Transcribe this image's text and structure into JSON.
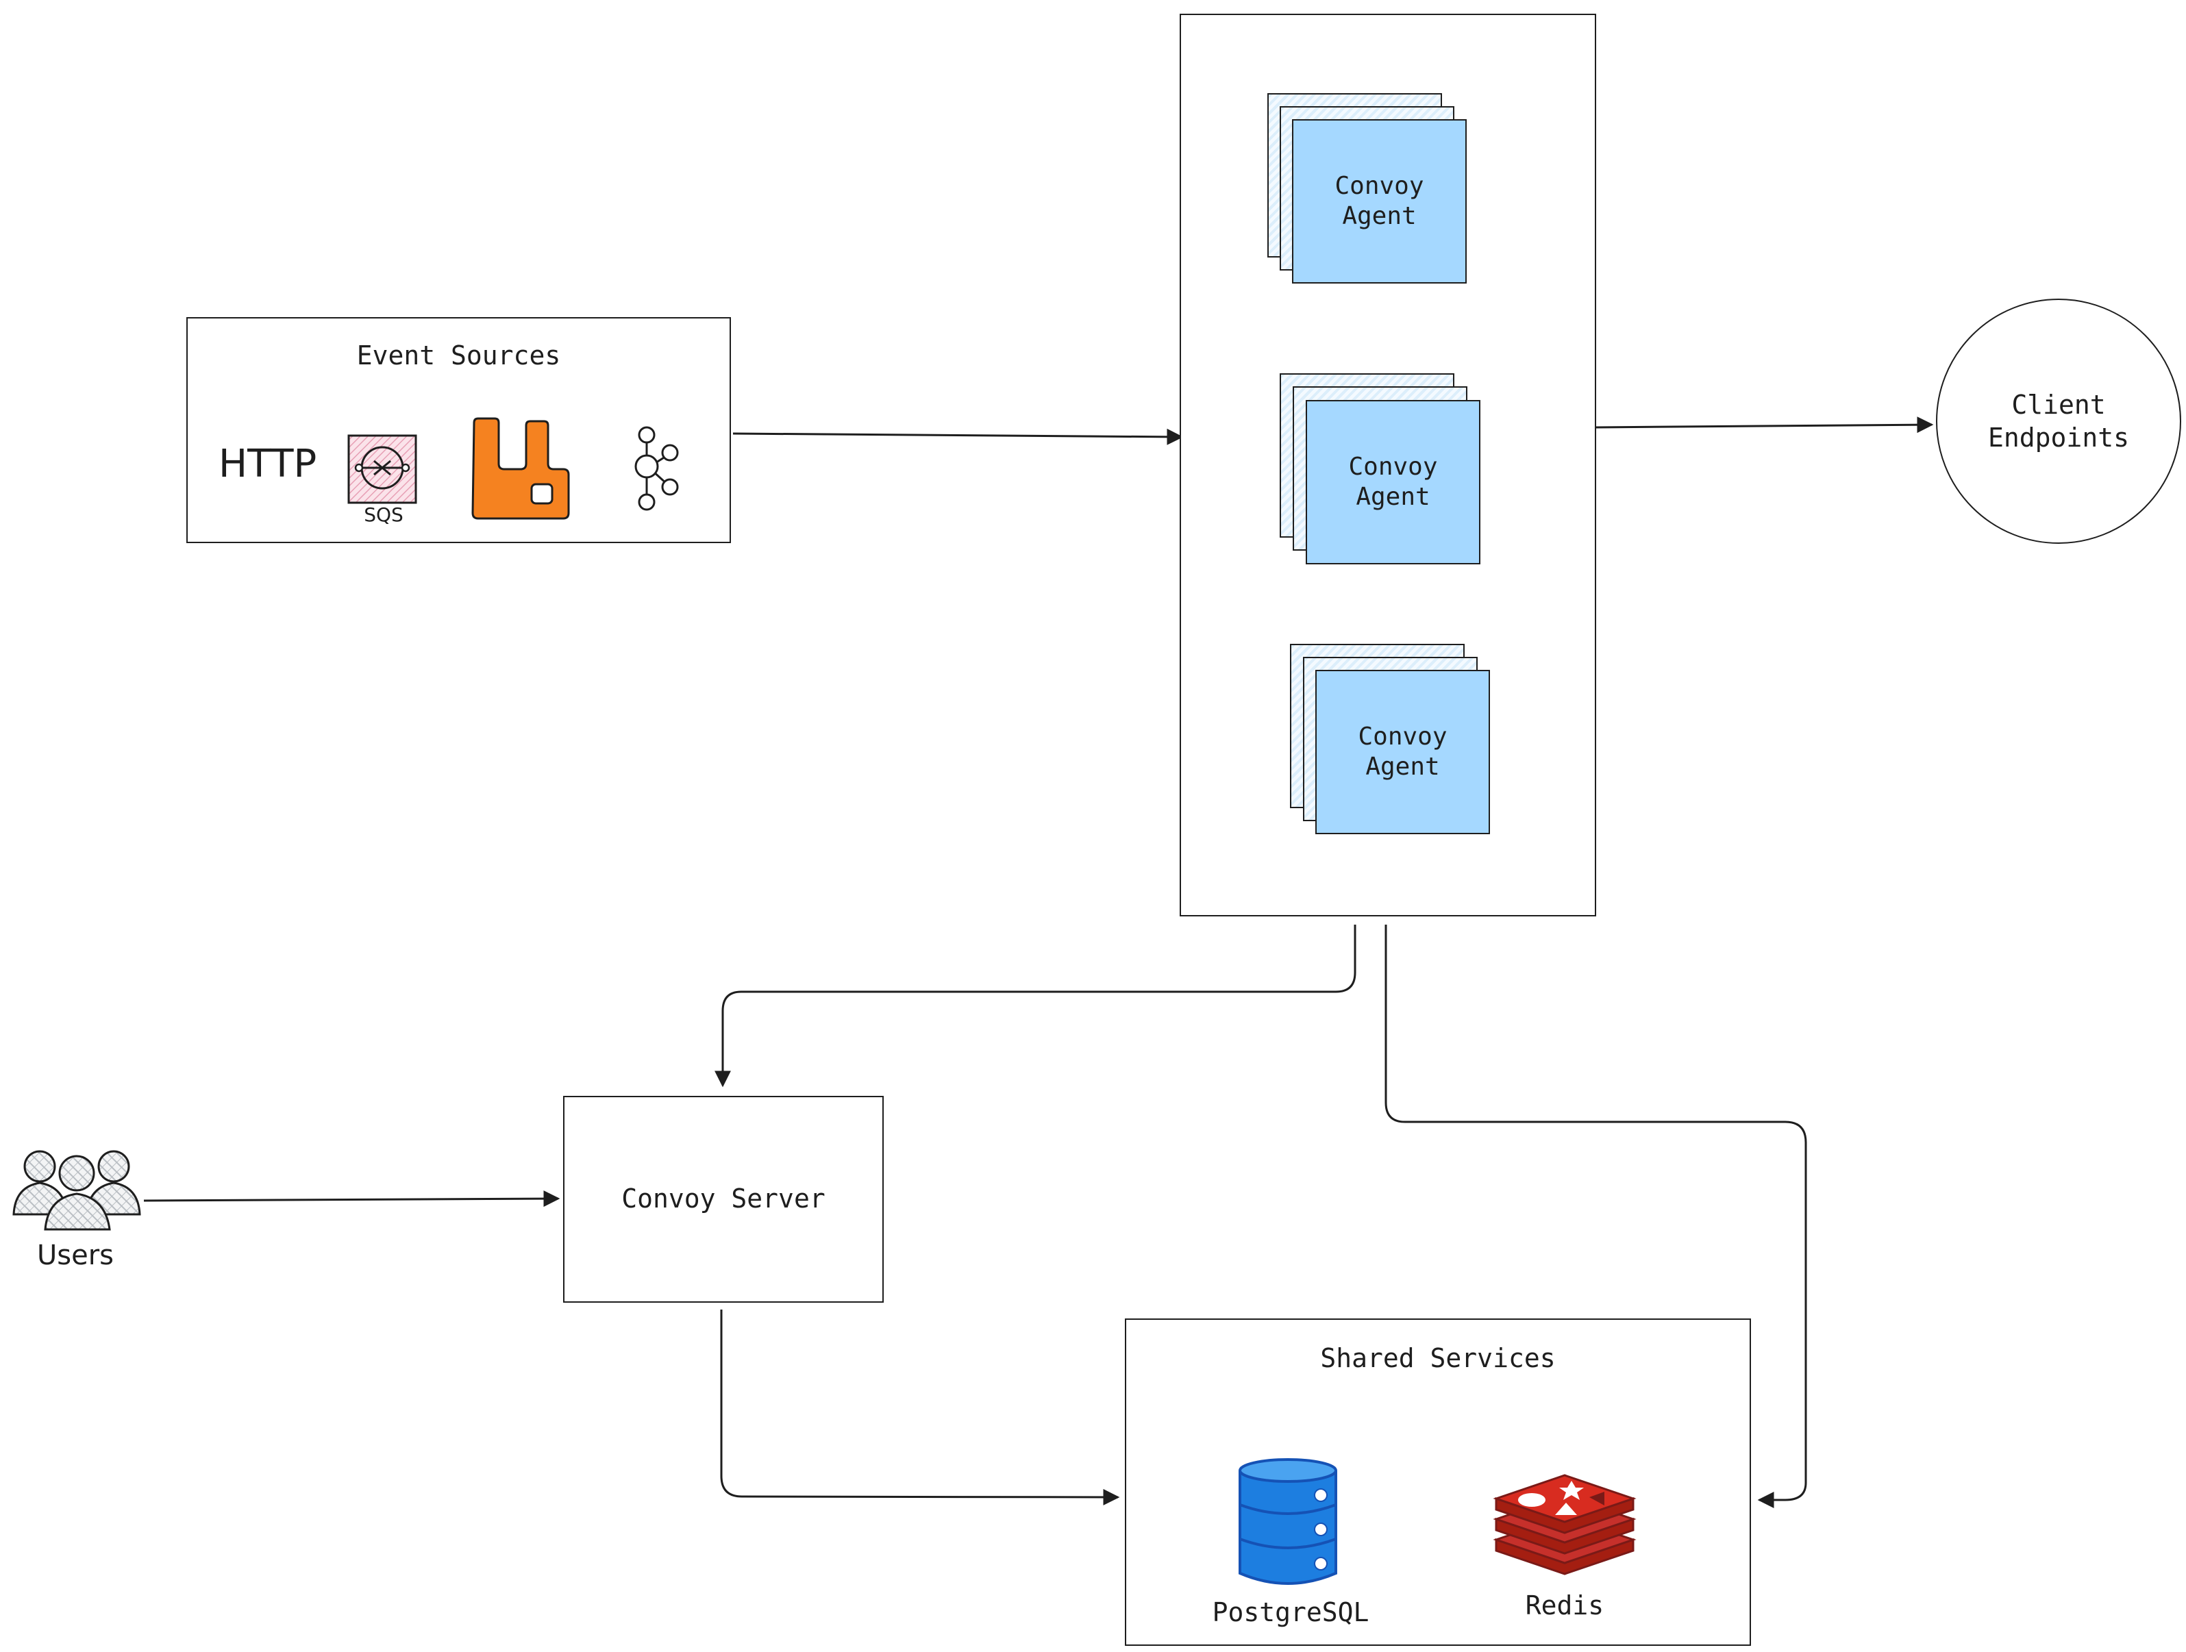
{
  "diagram": {
    "event_sources": {
      "title": "Event Sources",
      "http_label": "HTTP",
      "sqs_label": "SQS",
      "icons": [
        "http-text",
        "aws-sqs-icon",
        "rabbitmq-icon",
        "kafka-icon"
      ]
    },
    "agent_cluster": {
      "agents": [
        {
          "line1": "Convoy",
          "line2": "Agent"
        },
        {
          "line1": "Convoy",
          "line2": "Agent"
        },
        {
          "line1": "Convoy",
          "line2": "Agent"
        }
      ]
    },
    "client_endpoints": {
      "line1": "Client",
      "line2": "Endpoints"
    },
    "users": {
      "label": "Users"
    },
    "convoy_server": {
      "label": "Convoy Server"
    },
    "shared_services": {
      "title": "Shared Services",
      "postgres_label": "PostgreSQL",
      "redis_label": "Redis"
    },
    "colors": {
      "stroke": "#1e1e1e",
      "agent_fill": "#a5d8ff",
      "rabbitmq_orange": "#f58220",
      "postgres_blue": "#1d7ee0",
      "redis_red": "#c6302b"
    }
  }
}
